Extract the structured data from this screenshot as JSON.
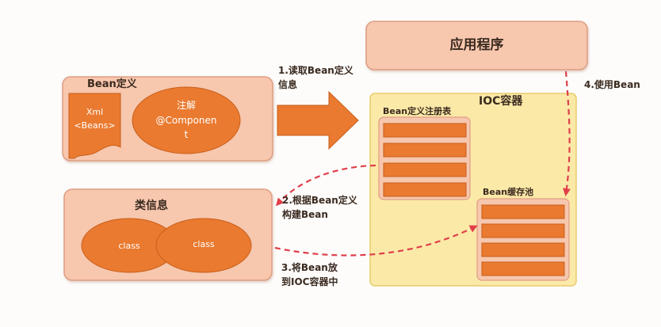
{
  "application_box": {
    "label": "应用程序"
  },
  "bean_definition_box": {
    "title": "Bean定义",
    "xml_doc": {
      "line1": "Xml",
      "line2": "<Beans>"
    },
    "annotation": {
      "line1": "注解",
      "line2": "@Componen",
      "line3": "t"
    }
  },
  "class_info_box": {
    "title": "类信息",
    "ellipses": [
      "class",
      "class"
    ]
  },
  "ioc_container": {
    "title": "IOC容器",
    "registry": {
      "title": "Bean定义注册表",
      "rows": 4
    },
    "cache_pool": {
      "title": "Bean缓存池",
      "rows": 4
    }
  },
  "steps": {
    "step1": {
      "line1": "1.读取Bean定义",
      "line2": "信息"
    },
    "step2": {
      "line1": "2.根据Bean定义",
      "line2": "构建Bean"
    },
    "step3": {
      "line1": "3.将Bean放",
      "line2": "到IOC容器中"
    },
    "step4": "4.使用Bean"
  },
  "colors": {
    "orange": "#ea7a2f",
    "panel_fill": "#f7c7ae",
    "panel_border": "#de9e84",
    "container_fill": "#fbe9a8",
    "container_border": "#e8cc6a",
    "dashed_arrow": "#df3f4a"
  }
}
